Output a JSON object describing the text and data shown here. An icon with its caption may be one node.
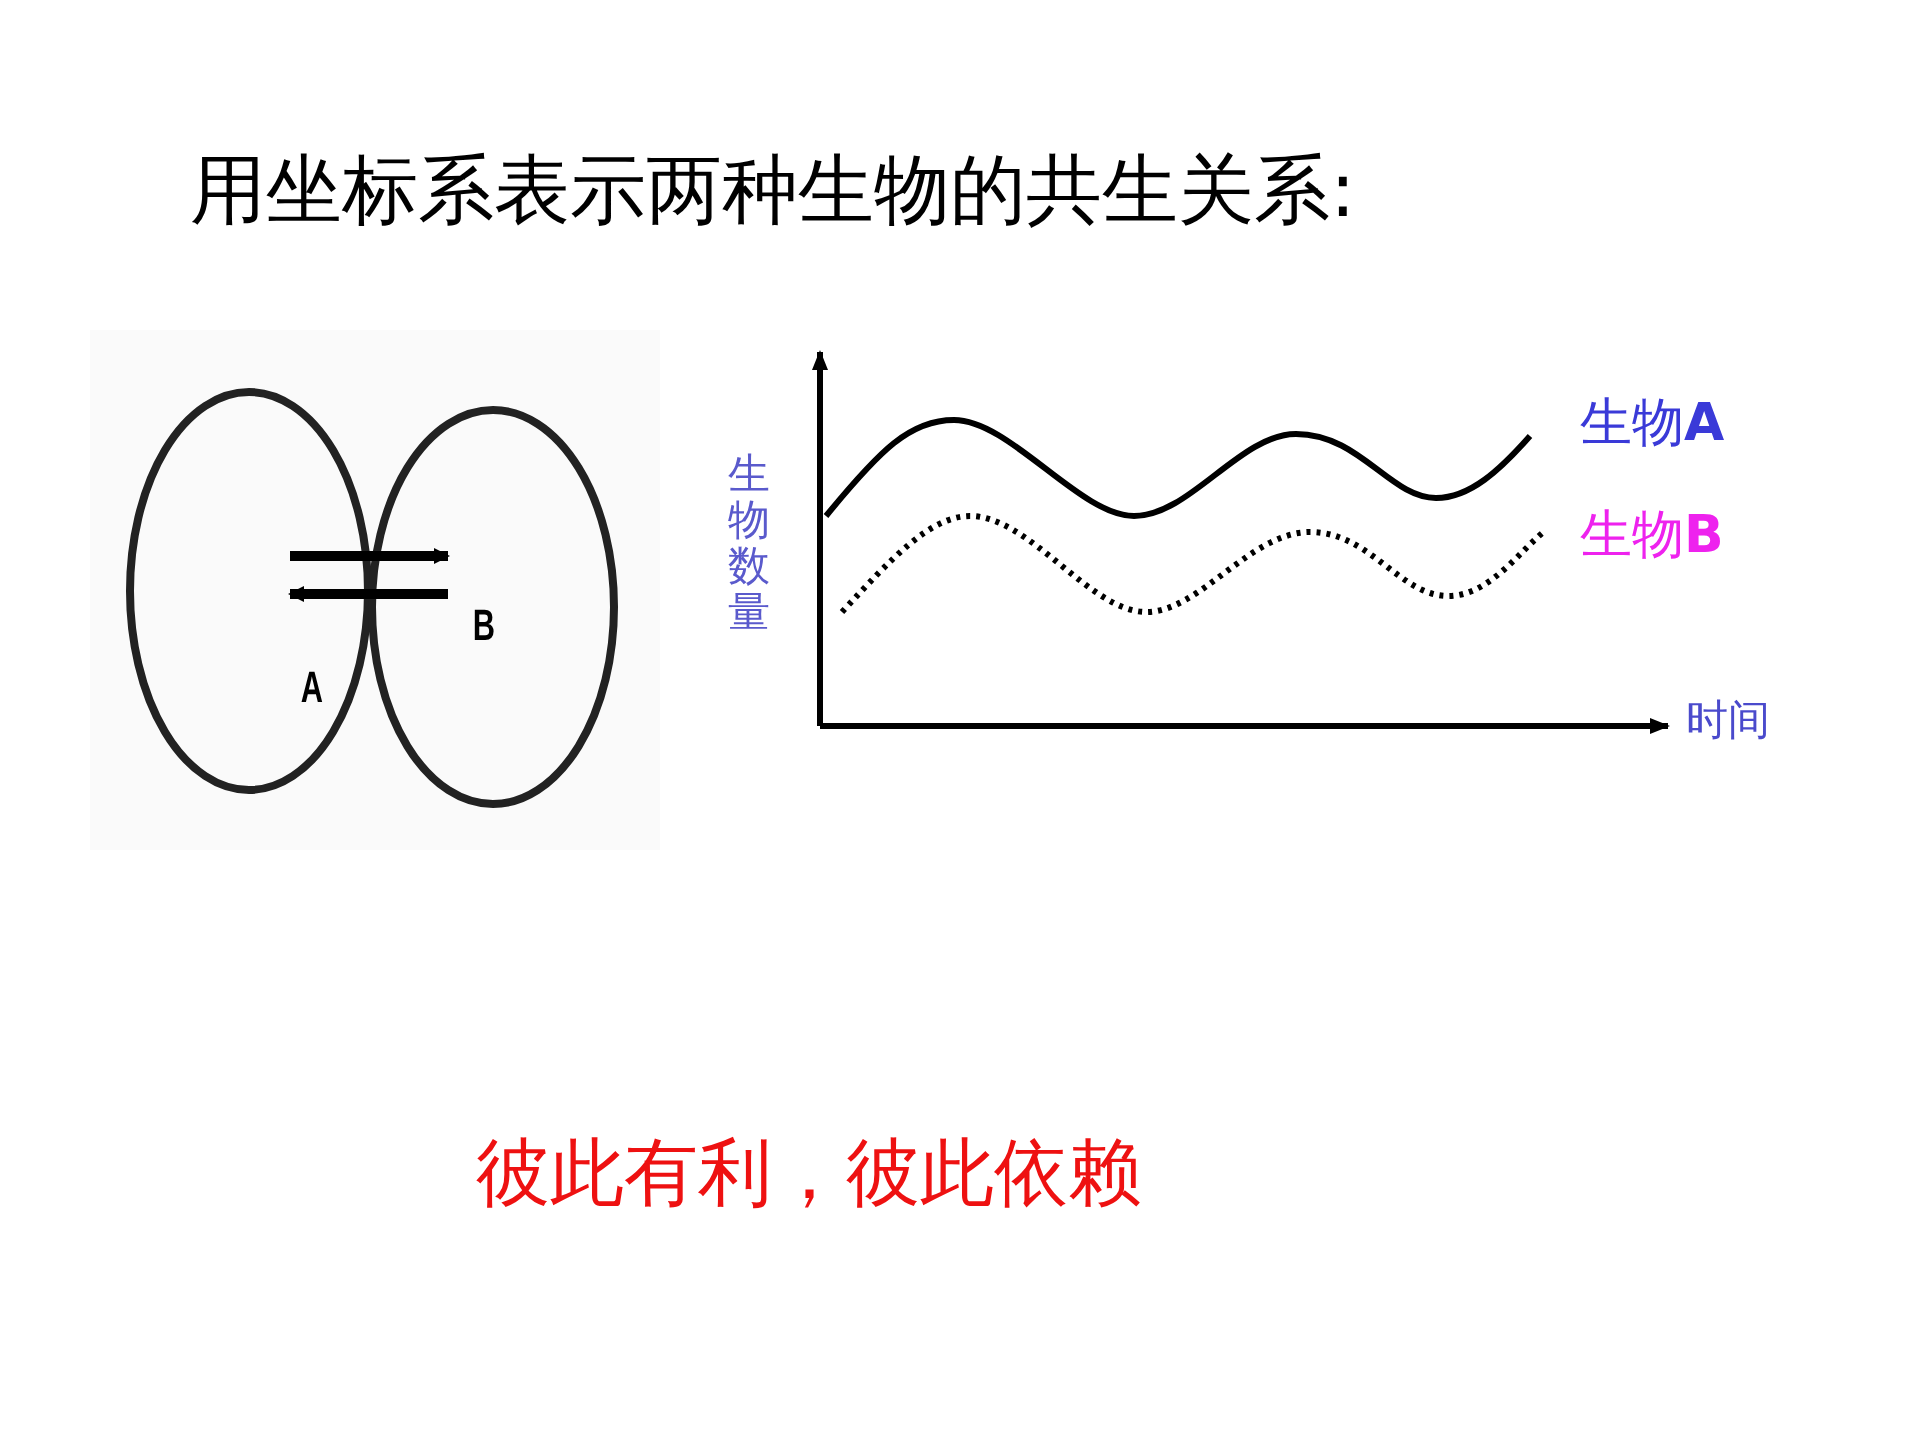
{
  "diagram": {
    "title": "用坐标系表示两种生物的共生关系:",
    "nodes": [
      {
        "text": [
          "A"
        ]
      },
      {
        "text": [
          "B"
        ]
      }
    ],
    "edges": [
      {
        "from": 0,
        "to": 1,
        "arrow": "to"
      },
      {
        "from": 1,
        "to": 0,
        "arrow": "to"
      }
    ],
    "labels": [
      "生物**A**",
      "生物**B**",
      "生物数量",
      "时间",
      "彼此有利，彼此依赖"
    ]
  }
}
